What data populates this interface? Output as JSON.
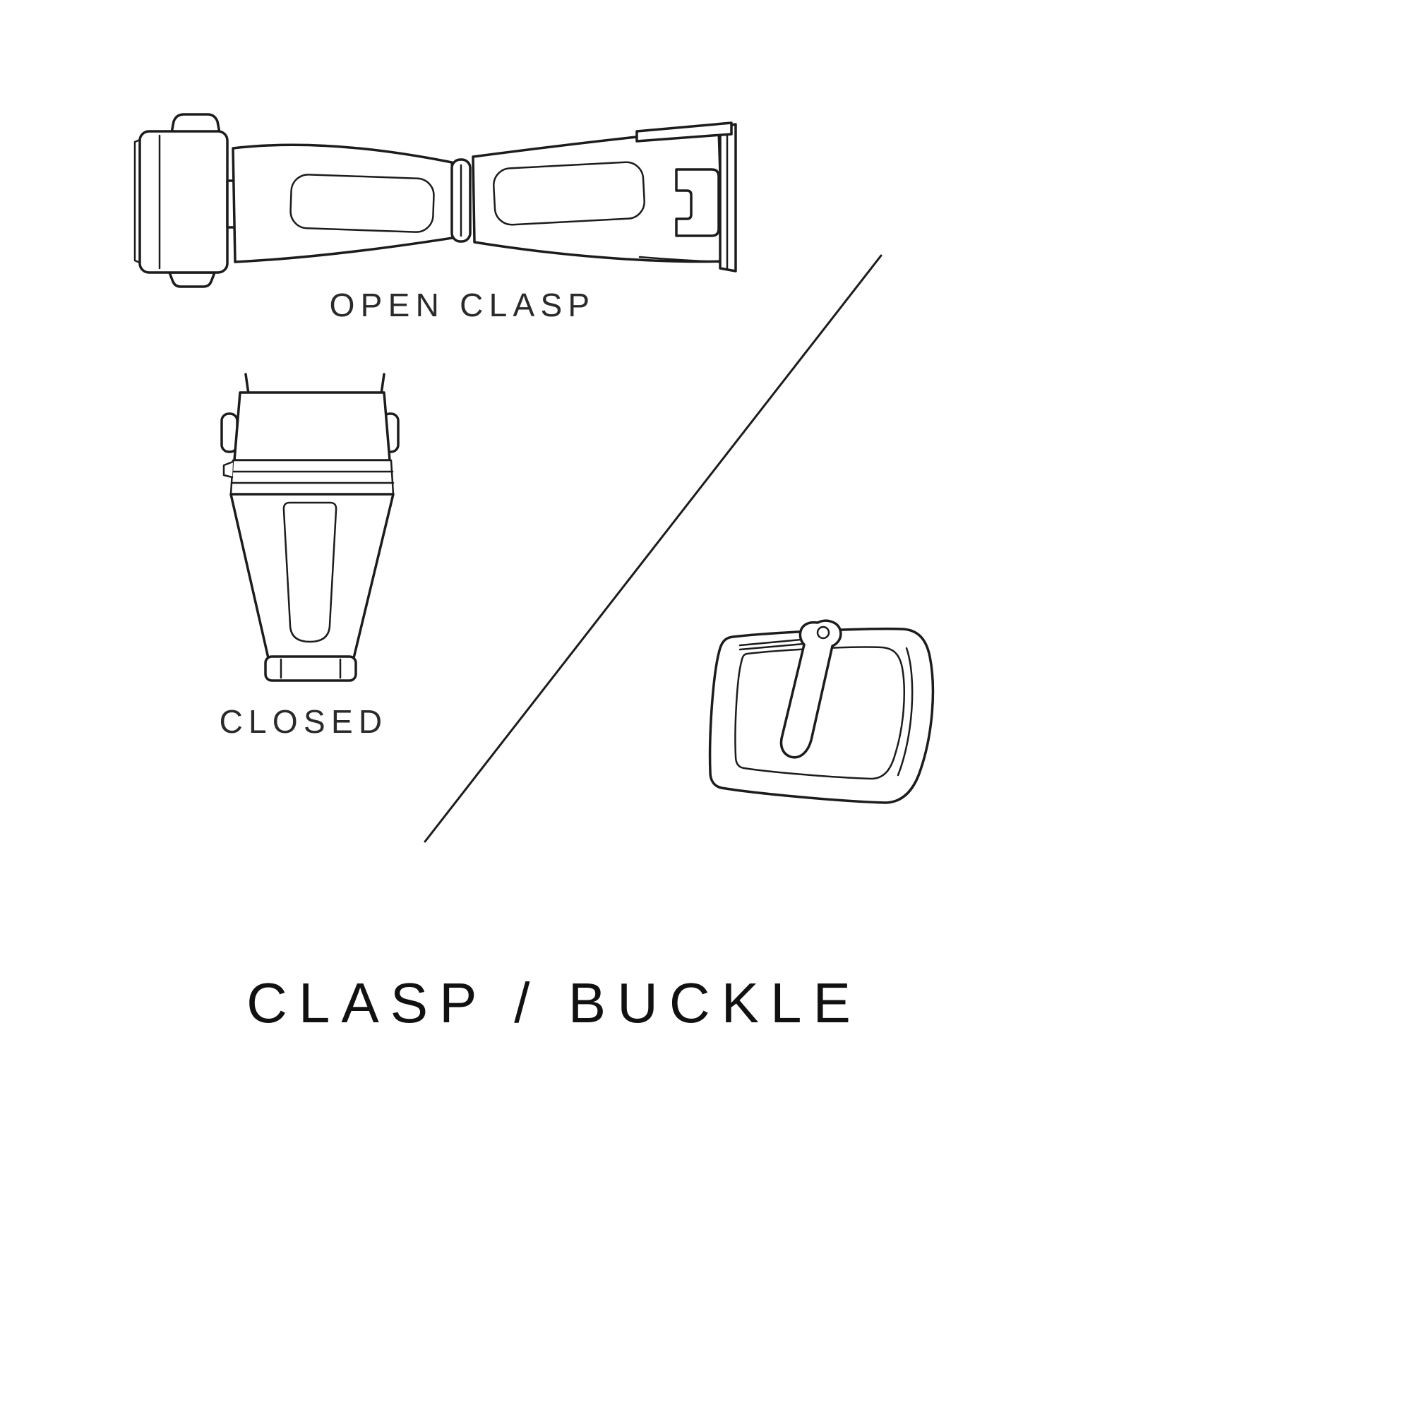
{
  "page": {
    "background": "#ffffff",
    "line_color": "#1c1c1c",
    "text_color": "#2a2a2a",
    "title_color": "#111111"
  },
  "title": "CLASP / BUCKLE",
  "labels": {
    "open_clasp": "OPEN CLASP",
    "closed": "CLOSED"
  },
  "figures": [
    {
      "name": "open-clasp-illustration",
      "caption": "OPEN CLASP"
    },
    {
      "name": "closed-clasp-illustration",
      "caption": "CLOSED"
    },
    {
      "name": "buckle-illustration",
      "caption": ""
    }
  ]
}
